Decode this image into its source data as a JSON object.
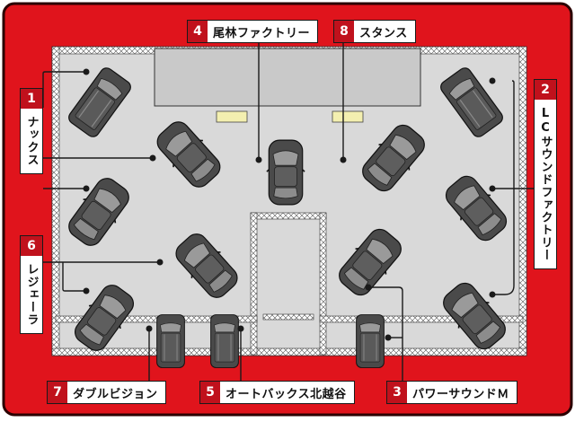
{
  "colors": {
    "frame": "#e0141c",
    "frame_border": "#2b0000",
    "floor": "#d9d9d9",
    "car": "#4a4a4a",
    "marker": "#f3efb0"
  },
  "shops": [
    {
      "num": "1",
      "name": "ナックス"
    },
    {
      "num": "2",
      "name": "LCサウンドファクトリー"
    },
    {
      "num": "3",
      "name": "パワーサウンドＭ"
    },
    {
      "num": "4",
      "name": "尾林ファクトリー"
    },
    {
      "num": "5",
      "name": "オートバックス北越谷"
    },
    {
      "num": "6",
      "name": "レジェーラ"
    },
    {
      "num": "7",
      "name": "ダブルビジョン"
    },
    {
      "num": "8",
      "name": "スタンス"
    }
  ]
}
